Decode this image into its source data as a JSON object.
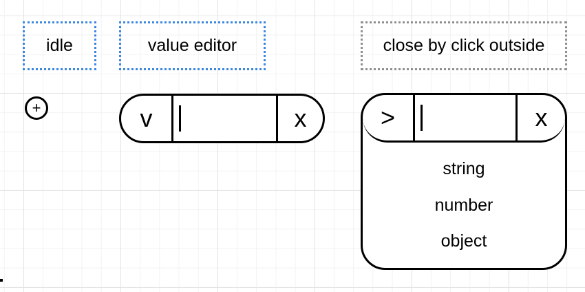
{
  "captions": {
    "idle": "idle",
    "value_editor": "value editor",
    "close_outside": "close by click outside"
  },
  "idle_widget": {
    "add_symbol": "+"
  },
  "value_editor_widget": {
    "toggle_label": "v",
    "input_value": "",
    "clear_label": "x"
  },
  "dropdown_widget": {
    "toggle_label": ">",
    "input_value": "",
    "clear_label": "x",
    "options": [
      "string",
      "number",
      "object"
    ]
  },
  "colors": {
    "caption_border_active": "#3a86e3",
    "caption_border_inactive": "#8f8f8f",
    "outline": "#000000",
    "grid": "#e4e4e4"
  }
}
